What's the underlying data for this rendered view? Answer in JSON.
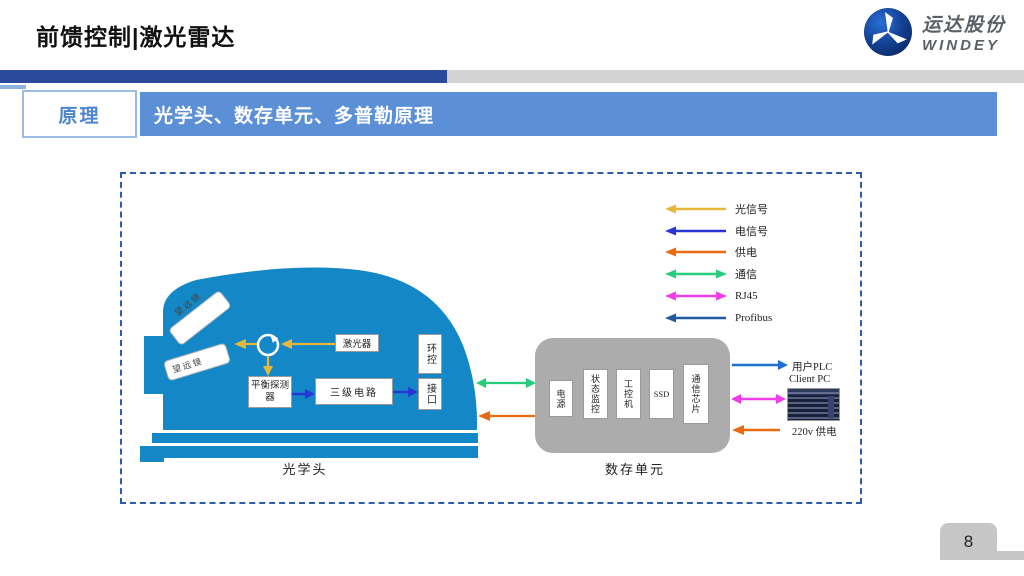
{
  "colors": {
    "band_blue": "#5B8FD6",
    "bar_blue": "#2C4A9B",
    "bar_gray": "#D3D3D3",
    "head_blue": "#1487C6",
    "unit_gray": "#ACACAC",
    "dashed_border": "#2A5CAF",
    "plc_arrow": "#1F6FCE"
  },
  "header": {
    "title": "前馈控制|激光雷达",
    "logo_cn": "运达股份",
    "logo_en": "WINDEY"
  },
  "section": {
    "tag": "原理",
    "subtitle": "光学头、数存单元、多普勒原理"
  },
  "legend": {
    "items": [
      {
        "label": "光信号",
        "color": "#E7B73C",
        "heads": "left"
      },
      {
        "label": "电信号",
        "color": "#2A35D6",
        "heads": "left"
      },
      {
        "label": "供电",
        "color": "#EA6A12",
        "heads": "left"
      },
      {
        "label": "通信",
        "color": "#27CD7D",
        "heads": "both"
      },
      {
        "label": "RJ45",
        "color": "#F13CEA",
        "heads": "both"
      },
      {
        "label": "Profibus",
        "color": "#1E5C9E",
        "heads": "left"
      }
    ]
  },
  "optical_head": {
    "label": "光学头",
    "telescope_1": "望远镜",
    "telescope_2": "望远镜",
    "laser": "激光器",
    "detector": "平衡探测器",
    "circuit": "三级电路",
    "env_ctrl": "环控",
    "interface": "接口"
  },
  "digital_unit": {
    "label": "数存单元",
    "modules": [
      "电源",
      "状态监控",
      "工控机",
      "SSD",
      "通信芯片"
    ]
  },
  "external": {
    "plc_label": "用户PLC",
    "client_label": "Client PC",
    "power_label": "220v 供电"
  },
  "page": {
    "number": "8"
  }
}
